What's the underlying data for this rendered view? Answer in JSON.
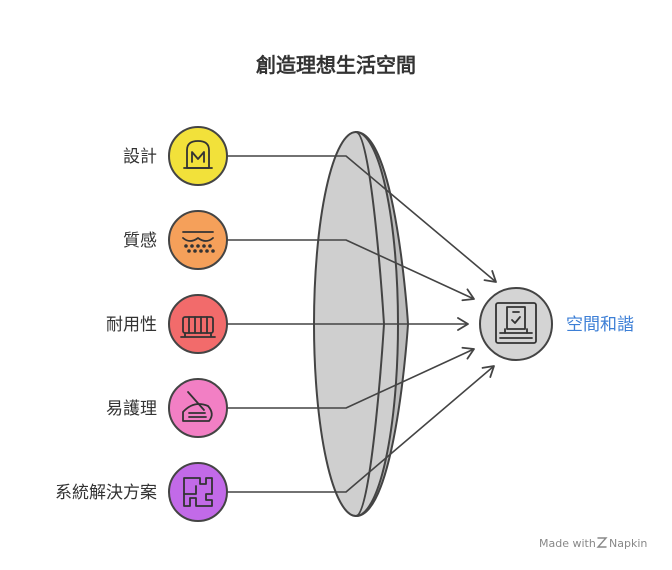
{
  "diagram": {
    "title": "創造理想生活空間",
    "inputs": [
      {
        "label": "設計",
        "icon": "car-seat-icon",
        "color": "#f2e13a"
      },
      {
        "label": "質感",
        "icon": "texture-icon",
        "color": "#f5a05a"
      },
      {
        "label": "耐用性",
        "icon": "crib-icon",
        "color": "#f26b6b"
      },
      {
        "label": "易護理",
        "icon": "cleaning-brush-icon",
        "color": "#f27fc4"
      },
      {
        "label": "系統解決方案",
        "icon": "puzzle-icon",
        "color": "#c26ae8"
      }
    ],
    "lens": "lens",
    "output": {
      "label": "空間和諧",
      "icon": "framed-space-icon",
      "color": "#d4d4d4",
      "label_color": "#3d7fd6"
    }
  },
  "footer": {
    "watermark_prefix": "Made with",
    "watermark_brand": "Napkin"
  }
}
